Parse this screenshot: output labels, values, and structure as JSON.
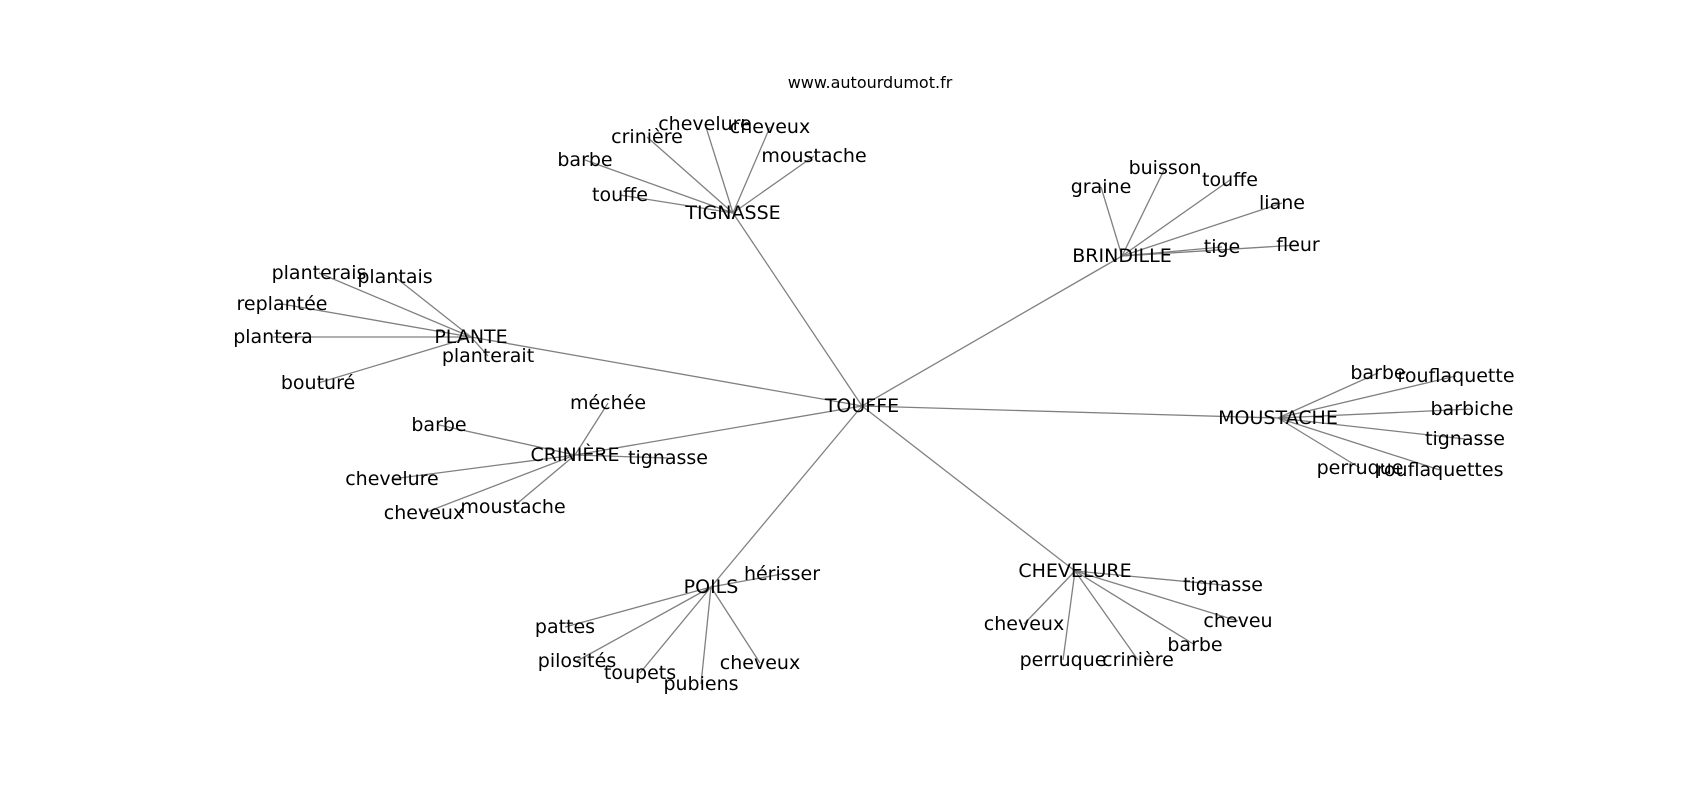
{
  "source_label": "www.autourdumot.fr",
  "graph": {
    "center": "TOUFFE",
    "groups": [
      {
        "hub": "TIGNASSE",
        "words": [
          "touffe",
          "barbe",
          "crinière",
          "chevelure",
          "cheveux",
          "moustache"
        ]
      },
      {
        "hub": "BRINDILLE",
        "words": [
          "graine",
          "buisson",
          "touffe",
          "liane",
          "tige",
          "fleur"
        ]
      },
      {
        "hub": "PLANTE",
        "words": [
          "planterais",
          "plantais",
          "replantée",
          "plantera",
          "planterait",
          "bouturé"
        ]
      },
      {
        "hub": "CRINIÈRE",
        "words": [
          "méchée",
          "barbe",
          "tignasse",
          "chevelure",
          "cheveux",
          "moustache"
        ]
      },
      {
        "hub": "MOUSTACHE",
        "words": [
          "barbe",
          "rouflaquette",
          "barbiche",
          "tignasse",
          "perruque",
          "rouflaquettes"
        ]
      },
      {
        "hub": "POILS",
        "words": [
          "hérisser",
          "pattes",
          "pilosités",
          "toupets",
          "pubiens",
          "cheveux"
        ]
      },
      {
        "hub": "CHEVELURE",
        "words": [
          "tignasse",
          "cheveu",
          "barbe",
          "crinière",
          "perruque",
          "cheveux"
        ]
      }
    ]
  }
}
